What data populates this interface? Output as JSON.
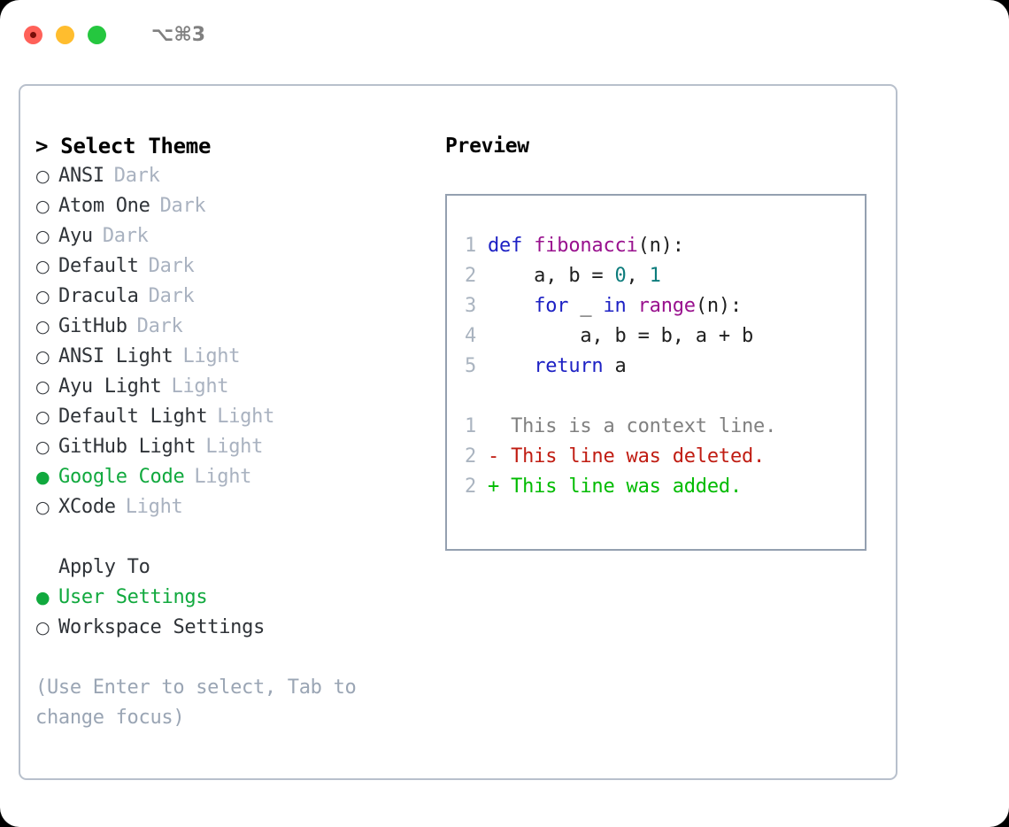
{
  "titlebar": {
    "shortcut": "⌥⌘3",
    "buttons": {
      "close": "close",
      "minimize": "minimize",
      "maximize": "maximize"
    }
  },
  "theme_picker": {
    "heading": "> Select Theme",
    "unselected_marker": "○",
    "selected_marker": "●",
    "items": [
      {
        "marker": "○",
        "name": "ANSI",
        "kind": "Dark",
        "selected": false
      },
      {
        "marker": "○",
        "name": "Atom One",
        "kind": "Dark",
        "selected": false
      },
      {
        "marker": "○",
        "name": "Ayu",
        "kind": "Dark",
        "selected": false
      },
      {
        "marker": "○",
        "name": "Default",
        "kind": "Dark",
        "selected": false
      },
      {
        "marker": "○",
        "name": "Dracula",
        "kind": "Dark",
        "selected": false
      },
      {
        "marker": "○",
        "name": "GitHub",
        "kind": "Dark",
        "selected": false
      },
      {
        "marker": "○",
        "name": "ANSI Light",
        "kind": "Light",
        "selected": false
      },
      {
        "marker": "○",
        "name": "Ayu Light",
        "kind": "Light",
        "selected": false
      },
      {
        "marker": "○",
        "name": "Default Light",
        "kind": "Light",
        "selected": false
      },
      {
        "marker": "○",
        "name": "GitHub Light",
        "kind": "Light",
        "selected": false
      },
      {
        "marker": "●",
        "name": "Google Code",
        "kind": "Light",
        "selected": true
      },
      {
        "marker": "○",
        "name": "XCode",
        "kind": "Light",
        "selected": false
      }
    ]
  },
  "apply_to": {
    "heading": "Apply To",
    "items": [
      {
        "marker": "●",
        "name": "User Settings",
        "selected": true
      },
      {
        "marker": "○",
        "name": "Workspace Settings",
        "selected": false
      }
    ]
  },
  "hint": "(Use Enter to select, Tab to change focus)",
  "preview": {
    "heading": "Preview",
    "code_lines": [
      {
        "number": "1",
        "tokens": [
          {
            "text": "def ",
            "type": "kw"
          },
          {
            "text": "fibonacci",
            "type": "fn"
          },
          {
            "text": "(n):",
            "type": "punc"
          }
        ]
      },
      {
        "number": "2",
        "tokens": [
          {
            "text": "    a, b = ",
            "type": "plain"
          },
          {
            "text": "0",
            "type": "num"
          },
          {
            "text": ", ",
            "type": "plain"
          },
          {
            "text": "1",
            "type": "num"
          }
        ]
      },
      {
        "number": "3",
        "tokens": [
          {
            "text": "    ",
            "type": "plain"
          },
          {
            "text": "for",
            "type": "kw"
          },
          {
            "text": " _ ",
            "type": "plain"
          },
          {
            "text": "in",
            "type": "kw"
          },
          {
            "text": " ",
            "type": "plain"
          },
          {
            "text": "range",
            "type": "fn"
          },
          {
            "text": "(n):",
            "type": "punc"
          }
        ]
      },
      {
        "number": "4",
        "tokens": [
          {
            "text": "        a, b = b, a + b",
            "type": "plain"
          }
        ]
      },
      {
        "number": "5",
        "tokens": [
          {
            "text": "    ",
            "type": "plain"
          },
          {
            "text": "return",
            "type": "kw"
          },
          {
            "text": " a",
            "type": "plain"
          }
        ]
      }
    ],
    "diff_lines": [
      {
        "number": "1",
        "marker": " ",
        "text": "  This is a context line.",
        "type": "ctx"
      },
      {
        "number": "2",
        "marker": " ",
        "text": "- This line was deleted.",
        "type": "del"
      },
      {
        "number": "2",
        "marker": " ",
        "text": "+ This line was added.",
        "type": "add"
      }
    ]
  },
  "colors": {
    "accent_green": "#11a93e",
    "muted": "#a9b2c0",
    "hint": "#9aa5b4",
    "keyword": "#1d21c4",
    "function": "#99118e",
    "number": "#0d7c7c",
    "diff_added": "#00bb00",
    "diff_deleted": "#c01c12",
    "diff_context": "#808080",
    "panel_border": "#b8c0cc",
    "code_border": "#94a0b0"
  }
}
